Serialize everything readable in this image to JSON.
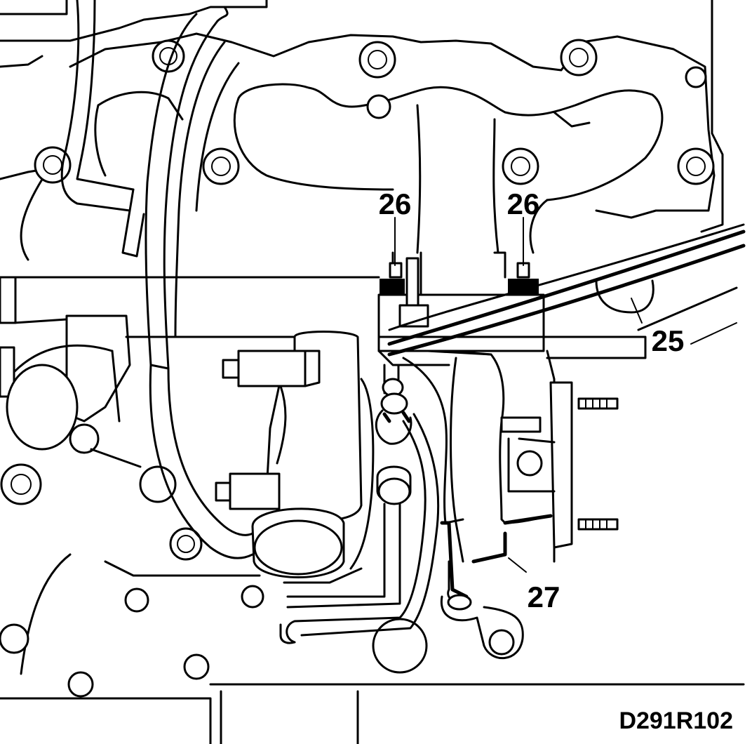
{
  "figure": {
    "reference_code": "D291R102"
  },
  "callouts": [
    {
      "id": "c26a",
      "label": "26",
      "part": "bolt"
    },
    {
      "id": "c26b",
      "label": "26",
      "part": "bolt"
    },
    {
      "id": "c25",
      "label": "25",
      "part": "pipe"
    },
    {
      "id": "c27",
      "label": "27",
      "part": "gasket"
    }
  ],
  "colors": {
    "line": "#000000",
    "background": "#ffffff"
  }
}
